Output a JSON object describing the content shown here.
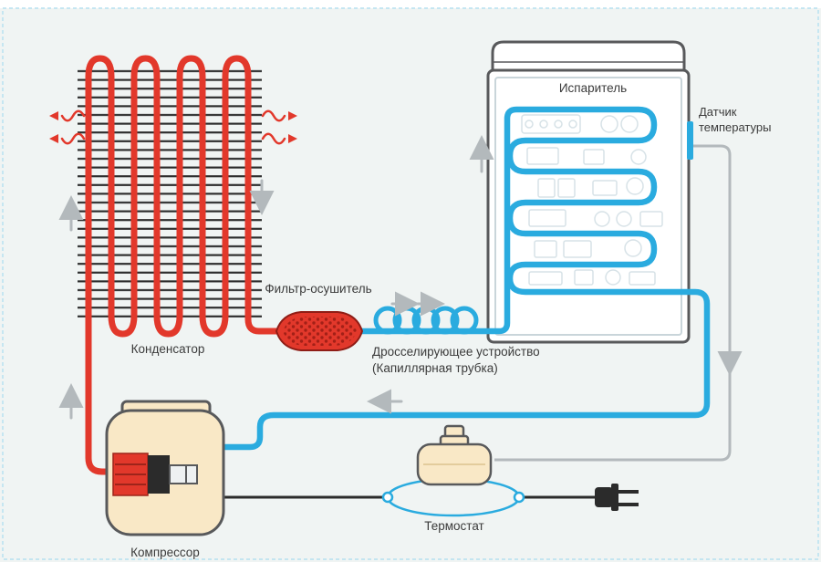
{
  "labels": {
    "condenser": "Конденсатор",
    "filter_drier": "Фильтр-осушитель",
    "throttle_line1": "Дросселирующее устройство",
    "throttle_line2": "(Капиллярная трубка)",
    "evaporator": "Испаритель",
    "sensor_line1": "Датчик",
    "sensor_line2": "температуры",
    "thermostat": "Термостат",
    "compressor": "Компрессор"
  },
  "colors": {
    "hot_pipe_red": "#e2382b",
    "cold_pipe_blue": "#2aabdf",
    "component_cream": "#f9e8c6",
    "outline_gray": "#58595b",
    "fin_black": "#2b2b2b",
    "flow_arrow_gray": "#b3b9bc",
    "background": "#f0f4f3",
    "dashed_border_blue": "#b5e0f0"
  }
}
